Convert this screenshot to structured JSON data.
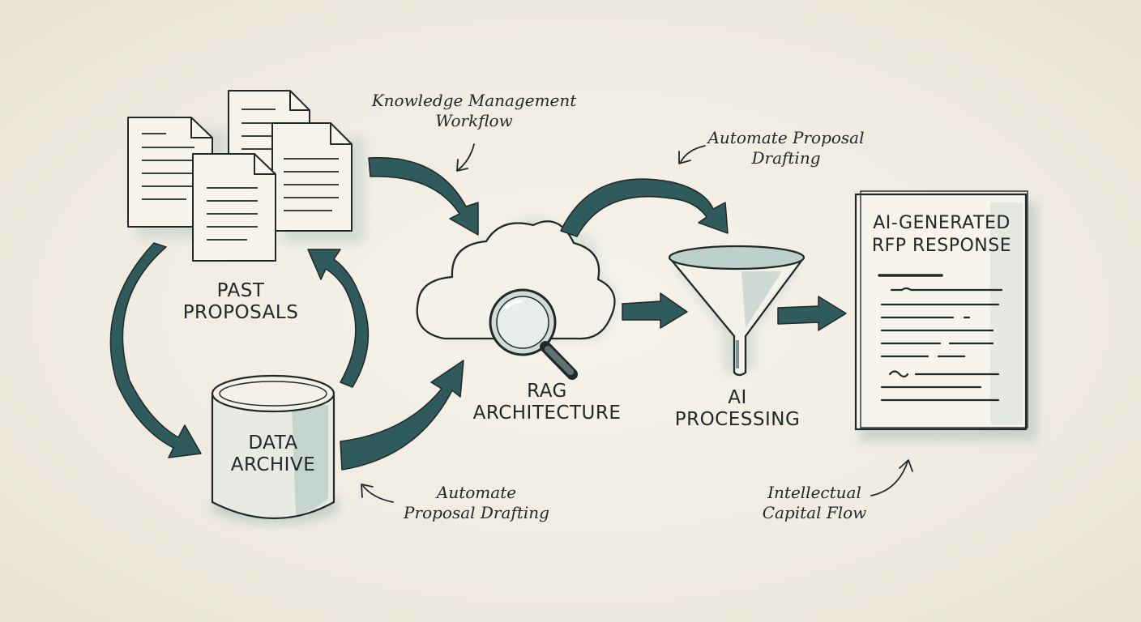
{
  "colors": {
    "accent": "#2f5b5c",
    "wash": "#9fb9b6",
    "ink": "#22282a",
    "paper": "#f2eee4"
  },
  "nodes": {
    "past_proposals": "PAST\nPROPOSALS",
    "data_archive": "DATA\nARCHIVE",
    "rag_architecture": "RAG\nARCHITECTURE",
    "ai_processing": "AI\nPROCESSING",
    "rfp_response_title": "AI-GENERATED\nRFP RESPONSE"
  },
  "annotations": {
    "knowledge_management": "Knowledge Management\nWorkflow",
    "automate_top": "Automate Proposal\nDrafting",
    "automate_bottom": "Automate\nProposal Drafting",
    "intellectual_capital": "Intellectual\nCapital Flow"
  },
  "icons": [
    "document-stack-icon",
    "database-cylinder-icon",
    "cloud-icon",
    "magnifier-icon",
    "funnel-icon",
    "document-icon"
  ]
}
